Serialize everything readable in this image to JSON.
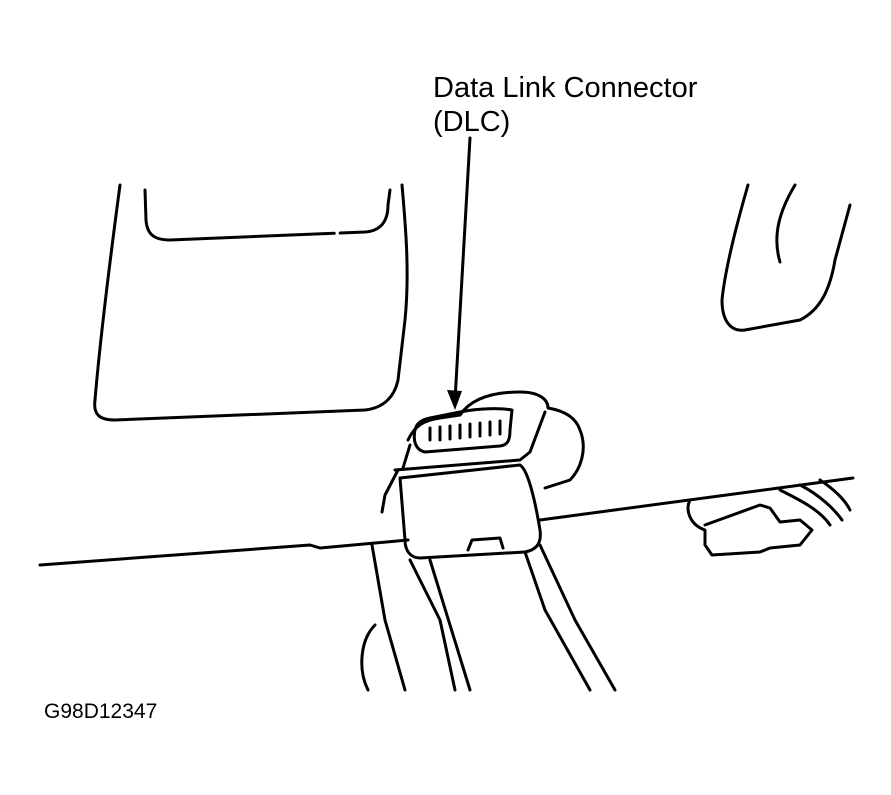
{
  "diagram": {
    "callout": {
      "line1": "Data Link Connector",
      "line2": "(DLC)"
    },
    "figure_id": "G98D12347"
  }
}
